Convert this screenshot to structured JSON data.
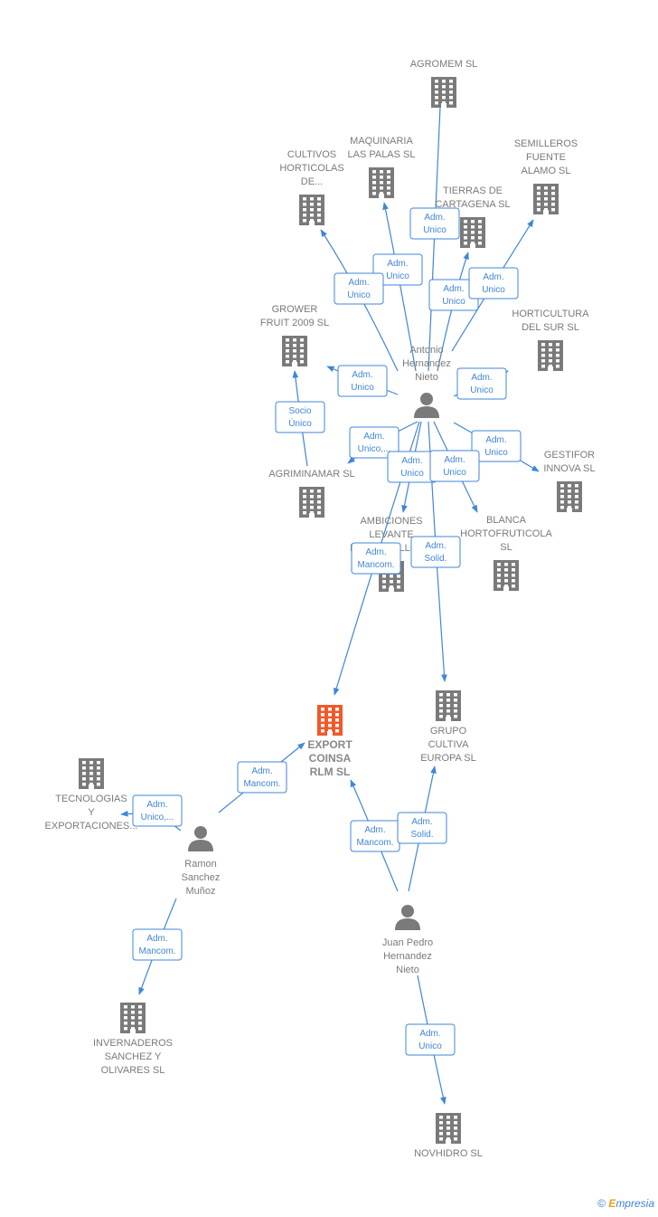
{
  "colors": {
    "edge": "#3f86d8",
    "node": "#7a7a7a",
    "focus": "#f0592a"
  },
  "footer": {
    "copyright": "©",
    "brand_first": "E",
    "brand_rest": "mpresia"
  },
  "nodes": [
    {
      "id": "agromem",
      "kind": "company",
      "label": [
        "AGROMEM SL"
      ]
    },
    {
      "id": "maquinaria",
      "kind": "company",
      "label": [
        "MAQUINARIA",
        "LAS PALAS SL"
      ]
    },
    {
      "id": "cultivos",
      "kind": "company",
      "label": [
        "CULTIVOS",
        "HORTICOLAS",
        "DE..."
      ]
    },
    {
      "id": "semilleros",
      "kind": "company",
      "label": [
        "SEMILLEROS",
        "FUENTE",
        "ALAMO SL"
      ]
    },
    {
      "id": "tierras",
      "kind": "company",
      "label": [
        "TIERRAS DE",
        "CARTAGENA SL"
      ]
    },
    {
      "id": "grower",
      "kind": "company",
      "label": [
        "GROWER",
        "FRUIT 2009 SL"
      ]
    },
    {
      "id": "horticultura",
      "kind": "company",
      "label": [
        "HORTICULTURA",
        "DEL SUR  SL"
      ]
    },
    {
      "id": "antonio",
      "kind": "person",
      "label": [
        "Antonio",
        "Hernandez",
        "Nieto"
      ]
    },
    {
      "id": "gestifor",
      "kind": "company",
      "label": [
        "GESTIFOR",
        "INNOVA  SL"
      ]
    },
    {
      "id": "agriminamar",
      "kind": "company",
      "label": [
        "AGRIMINAMAR SL"
      ]
    },
    {
      "id": "ambiciones",
      "kind": "company",
      "label": [
        "AMBICIONES",
        "LEVANTE",
        "DESARROLLOS..."
      ]
    },
    {
      "id": "blanca",
      "kind": "company",
      "label": [
        "BLANCA",
        "HORTOFRUTICOLA",
        "SL"
      ]
    },
    {
      "id": "export",
      "kind": "focus",
      "label": [
        "EXPORT",
        "COINSA",
        "RLM  SL"
      ]
    },
    {
      "id": "grupo",
      "kind": "company",
      "label": [
        "GRUPO",
        "CULTIVA",
        "EUROPA  SL"
      ]
    },
    {
      "id": "tecnologias",
      "kind": "company",
      "label": [
        "TECNOLOGIAS",
        "Y",
        "EXPORTACIONES..."
      ]
    },
    {
      "id": "ramon",
      "kind": "person",
      "label": [
        "Ramon",
        "Sanchez",
        "Muñoz"
      ]
    },
    {
      "id": "juan",
      "kind": "person",
      "label": [
        "Juan Pedro",
        "Hernandez",
        "Nieto"
      ]
    },
    {
      "id": "invernaderos",
      "kind": "company",
      "label": [
        "INVERNADEROS",
        "SANCHEZ Y",
        "OLIVARES  SL"
      ]
    },
    {
      "id": "novhidro",
      "kind": "company",
      "label": [
        "NOVHIDRO SL"
      ]
    }
  ],
  "edges": [
    {
      "from": "antonio",
      "to": "agromem",
      "label": [
        "Adm.",
        "Unico"
      ]
    },
    {
      "from": "antonio",
      "to": "maquinaria",
      "label": [
        "Adm.",
        "Unico"
      ]
    },
    {
      "from": "antonio",
      "to": "cultivos",
      "label": [
        "Adm.",
        "Unico"
      ]
    },
    {
      "from": "antonio",
      "to": "tierras",
      "label": [
        "Adm.",
        "Unico"
      ]
    },
    {
      "from": "antonio",
      "to": "semilleros",
      "label": [
        "Adm.",
        "Unico"
      ]
    },
    {
      "from": "antonio",
      "to": "grower",
      "label": [
        "Adm.",
        "Unico"
      ]
    },
    {
      "from": "antonio",
      "to": "horticultura",
      "label": [
        "Adm.",
        "Unico"
      ]
    },
    {
      "from": "agriminamar",
      "to": "grower",
      "label": [
        "Socio",
        "Único"
      ]
    },
    {
      "from": "antonio",
      "to": "agriminamar",
      "label": [
        "Adm.",
        "Unico,..."
      ]
    },
    {
      "from": "antonio",
      "to": "gestifor",
      "label": [
        "Adm.",
        "Unico"
      ]
    },
    {
      "from": "antonio",
      "to": "ambiciones",
      "label": [
        "Adm.",
        "Unico"
      ]
    },
    {
      "from": "antonio",
      "to": "blanca",
      "label": [
        "Adm.",
        "Unico"
      ]
    },
    {
      "from": "antonio",
      "to": "export",
      "label": [
        "Adm.",
        "Mancom."
      ]
    },
    {
      "from": "antonio",
      "to": "grupo",
      "label": [
        "Adm.",
        "Solid."
      ]
    },
    {
      "from": "ramon",
      "to": "export",
      "label": [
        "Adm.",
        "Mancom."
      ]
    },
    {
      "from": "ramon",
      "to": "tecnologias",
      "label": [
        "Adm.",
        "Unico,..."
      ]
    },
    {
      "from": "ramon",
      "to": "invernaderos",
      "label": [
        "Adm.",
        "Mancom."
      ]
    },
    {
      "from": "juan",
      "to": "export",
      "label": [
        "Adm.",
        "Mancom."
      ]
    },
    {
      "from": "juan",
      "to": "grupo",
      "label": [
        "Adm.",
        "Solid."
      ]
    },
    {
      "from": "juan",
      "to": "novhidro",
      "label": [
        "Adm.",
        "Unico"
      ]
    }
  ]
}
